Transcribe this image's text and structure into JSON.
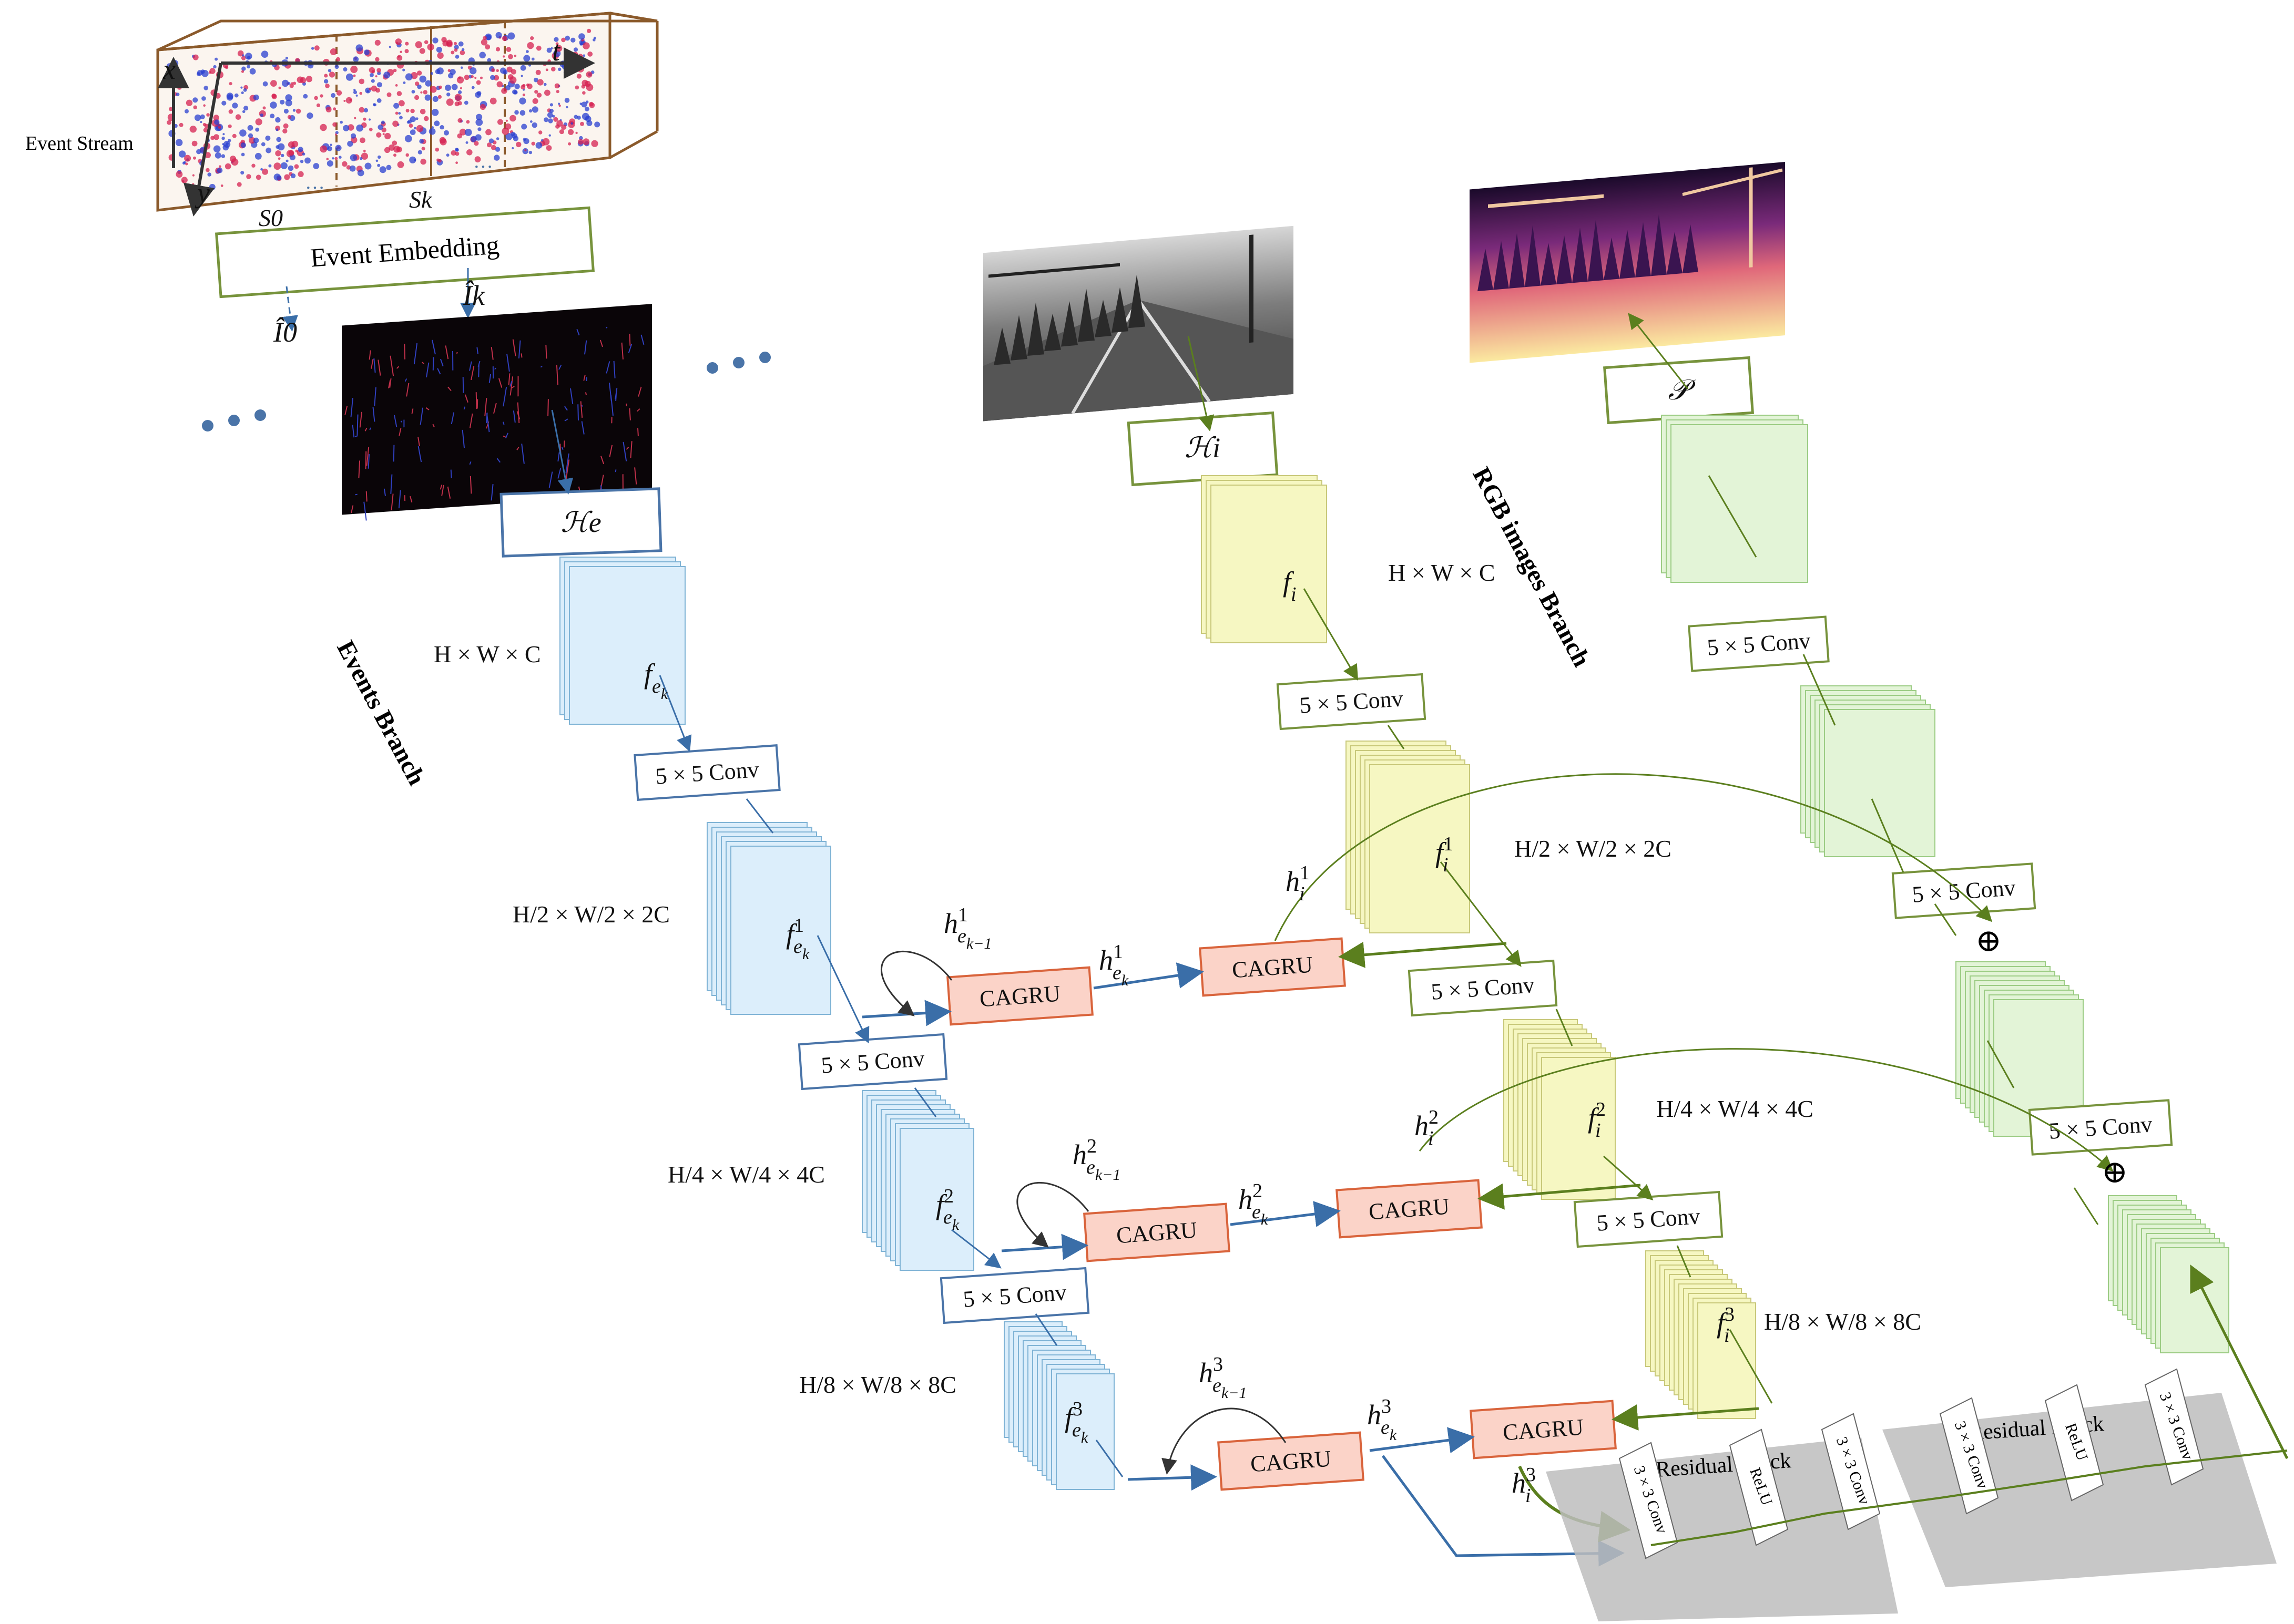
{
  "event_stream": {
    "label": "Event Stream",
    "axes": {
      "x": "x",
      "y": "y",
      "t": "t"
    },
    "segments": [
      "S0",
      "Sk"
    ],
    "ellipsis": "···"
  },
  "event_embedding": {
    "label": "Event Embedding",
    "outputs": [
      "Î0",
      "Îk"
    ]
  },
  "branches": {
    "events": "Events Branch",
    "rgb": "RGB images Branch"
  },
  "encoders": {
    "events": "ℋe",
    "images": "ℋi",
    "prediction": "𝒫"
  },
  "conv_label": "5 × 5 Conv",
  "small_conv_label": "3 × 3 Conv",
  "relu_label": "ReLU",
  "cagru_label": "CAGRU",
  "residual_block_label": "Residual Block",
  "dimensions": {
    "d0": "H × W × C",
    "d1": "H/2 × W/2 × 2C",
    "d2": "H/4 × W/4 × 4C",
    "d3": "H/8 × W/8 × 8C"
  },
  "features": {
    "fe0": {
      "base": "f",
      "sub": "e",
      "subsub": "k",
      "sup": ""
    },
    "fe1": {
      "base": "f",
      "sub": "e",
      "subsub": "k",
      "sup": "1"
    },
    "fe2": {
      "base": "f",
      "sub": "e",
      "subsub": "k",
      "sup": "2"
    },
    "fe3": {
      "base": "f",
      "sub": "e",
      "subsub": "k",
      "sup": "3"
    },
    "fi0": {
      "base": "f",
      "sub": "i",
      "sup": ""
    },
    "fi1": {
      "base": "f",
      "sub": "i",
      "sup": "1"
    },
    "fi2": {
      "base": "f",
      "sub": "i",
      "sup": "2"
    },
    "fi3": {
      "base": "f",
      "sub": "i",
      "sup": "3"
    }
  },
  "hidden": {
    "he_prev1": {
      "base": "h",
      "sub": "e",
      "subsub": "k−1",
      "sup": "1"
    },
    "he1": {
      "base": "h",
      "sub": "e",
      "subsub": "k",
      "sup": "1"
    },
    "hi1": {
      "base": "h",
      "sub": "i",
      "sup": "1"
    },
    "he_prev2": {
      "base": "h",
      "sub": "e",
      "subsub": "k−1",
      "sup": "2"
    },
    "he2": {
      "base": "h",
      "sub": "e",
      "subsub": "k",
      "sup": "2"
    },
    "hi2": {
      "base": "h",
      "sub": "i",
      "sup": "2"
    },
    "he_prev3": {
      "base": "h",
      "sub": "e",
      "subsub": "k−1",
      "sup": "3"
    },
    "he3": {
      "base": "h",
      "sub": "e",
      "subsub": "k",
      "sup": "3"
    },
    "hi3": {
      "base": "h",
      "sub": "i",
      "sup": "3"
    }
  },
  "plus_symbol": "⊕",
  "colors": {
    "event_box": "#4a74a8",
    "image_box": "#77933c",
    "event_feature": "#dceefb",
    "event_feature_border": "#7fb3d5",
    "image_feature": "#f6f7c2",
    "image_feature_border": "#c8c87a",
    "decoder_feature": "#e3f4d7",
    "decoder_feature_border": "#9ccc84",
    "cagru_fill": "#fbd3c8",
    "cagru_border": "#d9643c",
    "residual_band": "#bdbdbd",
    "event_arrow": "#3a6ea8",
    "image_arrow": "#5b7f1e"
  }
}
